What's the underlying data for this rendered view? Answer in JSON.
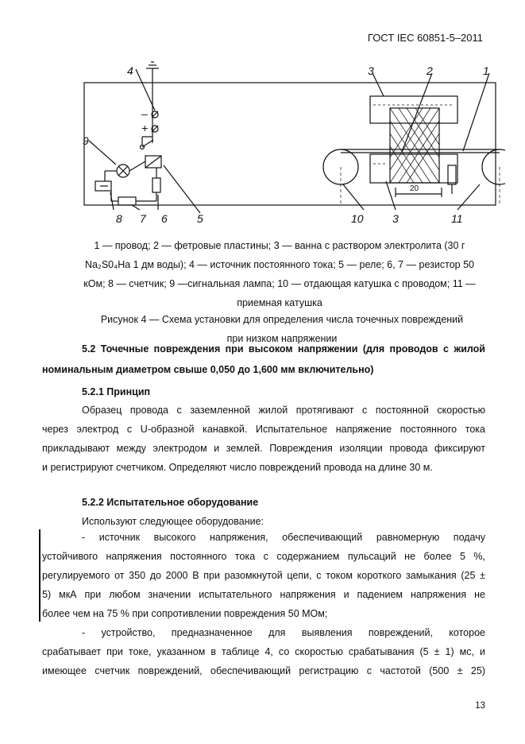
{
  "header": {
    "doc_code": "ГОСТ IEC 60851-5–2011"
  },
  "figure": {
    "labels": [
      "1",
      "2",
      "3",
      "3",
      "4",
      "5",
      "6",
      "7",
      "8",
      "9",
      "10",
      "11"
    ],
    "minus_sign": "–",
    "plus_sign": "+",
    "dimension": "20"
  },
  "caption": {
    "legend_lines": [
      "1 — провод; 2 — фетровые пластины; 3 — ванна с раствором электролита (30 г",
      "Na₂S0₄На 1 дм воды); 4 — источник постоянного тока; 5 — реле; 6, 7 — резистор 50",
      "кОм; 8 — счетчик; 9 —сигнальная лампа; 10 — отдающая катушка с проводом; 11 —",
      "приемная катушка"
    ],
    "title_lines": [
      "Рисунок 4 — Схема установки для определения числа точечных повреждений",
      "при низком напряжении"
    ]
  },
  "section_52": {
    "heading_line1": "5.2 Точечные повреждения при высоком напряжении (для проводов с жилой",
    "heading_line2": "номинальным диаметром свыше 0,050 до 1,600 мм включительно)"
  },
  "section_521": {
    "heading": "5.2.1 Принцип",
    "lines": [
      "Образец провода с заземленной жилой протягивают с постоянной скоростью",
      "через электрод с U-образной канавкой. Испытательное напряжение постоянного тока",
      "прикладывают между электродом и землей. Повреждения изоляции провода фиксируют",
      "и регистрируют счетчиком. Определяют число повреждений провода на длине 30 м."
    ]
  },
  "section_522": {
    "heading": "5.2.2 Испытательное оборудование",
    "intro": "Используют следующее оборудование:",
    "item1_lines": [
      "- источник высокого напряжения, обеспечивающий равномерную подачу",
      "устойчивого напряжения постоянного тока с содержанием пульсаций не более 5 %,",
      "регулируемого от 350 до 2000 В при разомкнутой цепи, с током короткого замыкания (25 ±",
      "5) мкА при любом значении испытательного напряжения и падением напряжения не",
      "более чем на 75 % при сопротивлении повреждения 50 МОм;"
    ],
    "item2_lines": [
      "- устройство, предназначенное для выявления повреждений, которое",
      "срабатывает при токе, указанном в таблице 4, со скоростью срабатывания (5 ± 1) мс, и",
      "имеющее счетчик повреждений, обеспечивающий регистрацию с частотой (500 ± 25)"
    ]
  },
  "footer": {
    "page_number": "13"
  }
}
